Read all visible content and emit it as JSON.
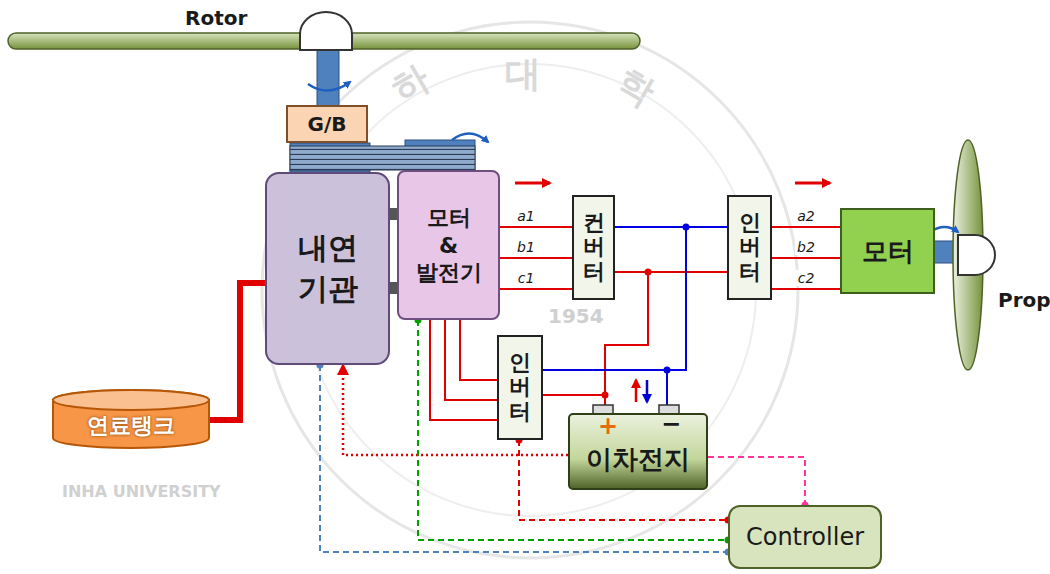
{
  "diagram": {
    "nodes": [
      {
        "text": [
          "G/B"
        ]
      },
      {
        "text": [
          "내연 기관"
        ]
      },
      {
        "text": [
          "모터 & 발전기"
        ]
      },
      {
        "text": [
          "컨버터"
        ]
      },
      {
        "text": [
          "인버터"
        ]
      },
      {
        "text": [
          "모터"
        ]
      },
      {
        "text": [
          "인버터"
        ]
      },
      {
        "text": [
          "연료탱크"
        ]
      },
      {
        "text": [
          "이차전지"
        ]
      },
      {
        "text": [
          "Controller"
        ]
      }
    ],
    "edges": [
      {
        "from": 7,
        "to": 1,
        "arrow": "none"
      },
      {
        "from": 2,
        "to": 3,
        "label": "a1",
        "arrow": "none"
      },
      {
        "from": 2,
        "to": 3,
        "label": "b1",
        "arrow": "none"
      },
      {
        "from": 2,
        "to": 3,
        "label": "c1",
        "arrow": "none"
      },
      {
        "from": 3,
        "to": 4,
        "arrow": "none"
      },
      {
        "from": 3,
        "to": 4,
        "arrow": "none"
      },
      {
        "from": 4,
        "to": 5,
        "label": "a2",
        "arrow": "none"
      },
      {
        "from": 4,
        "to": 5,
        "label": "b2",
        "arrow": "none"
      },
      {
        "from": 4,
        "to": 5,
        "label": "c2",
        "arrow": "none"
      },
      {
        "from": 2,
        "to": 6,
        "arrow": "none"
      },
      {
        "from": 2,
        "to": 6,
        "arrow": "none"
      },
      {
        "from": 2,
        "to": 6,
        "arrow": "none"
      },
      {
        "from": 3,
        "to": 8,
        "arrow": "none"
      },
      {
        "from": 3,
        "to": 8,
        "arrow": "none"
      },
      {
        "from": 6,
        "to": 8,
        "arrow": "none"
      },
      {
        "from": 6,
        "to": 8,
        "arrow": "none"
      },
      {
        "from": 8,
        "to": 1,
        "arrow": "to"
      },
      {
        "from": 6,
        "to": 9,
        "arrow": "none"
      },
      {
        "from": 2,
        "to": 9,
        "arrow": "none"
      },
      {
        "from": 1,
        "to": 9,
        "arrow": "none"
      },
      {
        "from": 8,
        "to": 9,
        "arrow": "none"
      }
    ],
    "labels": [
      "Rotor",
      "Prop",
      "+",
      "−",
      "하",
      "대",
      "학",
      "1954",
      "INHA UNIVERSITY"
    ]
  }
}
